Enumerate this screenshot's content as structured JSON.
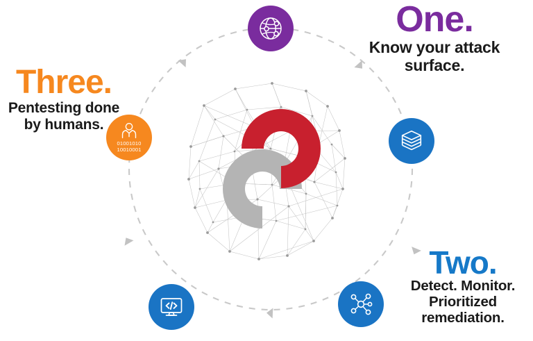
{
  "diagram": {
    "title_flow": "Three-step security lifecycle loop",
    "background_color": "#ffffff",
    "ring": {
      "style": "dashed",
      "color": "#c9c9c9",
      "direction": "counter-clockwise",
      "arrow_count": 5
    }
  },
  "steps": [
    {
      "id": "one",
      "number_label": "One.",
      "number_color": "#7A2C9E",
      "description": "Know your attack surface.",
      "icon_name": "globe-network-icon",
      "icon_color": "#7A2C9E"
    },
    {
      "id": "two",
      "number_label": "Two.",
      "number_color": "#1679C8",
      "description": "Detect. Monitor. Prioritized remediation.",
      "icon_name": "network-hub-icon",
      "icon_color": "#1A74C4"
    },
    {
      "id": "three",
      "number_label": "Three.",
      "number_color": "#F6881F",
      "description": "Pentesting done by humans.",
      "icon_name": "human-binary-icon",
      "icon_color": "#F6881F"
    }
  ],
  "badges": {
    "globe": {
      "icon_name": "globe-network-icon",
      "color": "#7A2C9E"
    },
    "layers": {
      "icon_name": "stacked-layers-icon",
      "color": "#1A74C4"
    },
    "nodes": {
      "icon_name": "network-hub-icon",
      "color": "#1A74C4"
    },
    "monitor": {
      "icon_name": "monitor-code-icon",
      "color": "#1A74C4"
    },
    "human": {
      "icon_name": "human-binary-icon",
      "color": "#F6881F",
      "binary_line_1": "01001010",
      "binary_line_2": "10010001"
    }
  },
  "center_logo": {
    "name": "interlocking-c-logo",
    "red_color": "#C8202E",
    "gray_color": "#B4B4B4",
    "mesh_color": "#b6b6b6",
    "description": "Two interlocking C arcs over a wireframe network sphere"
  }
}
